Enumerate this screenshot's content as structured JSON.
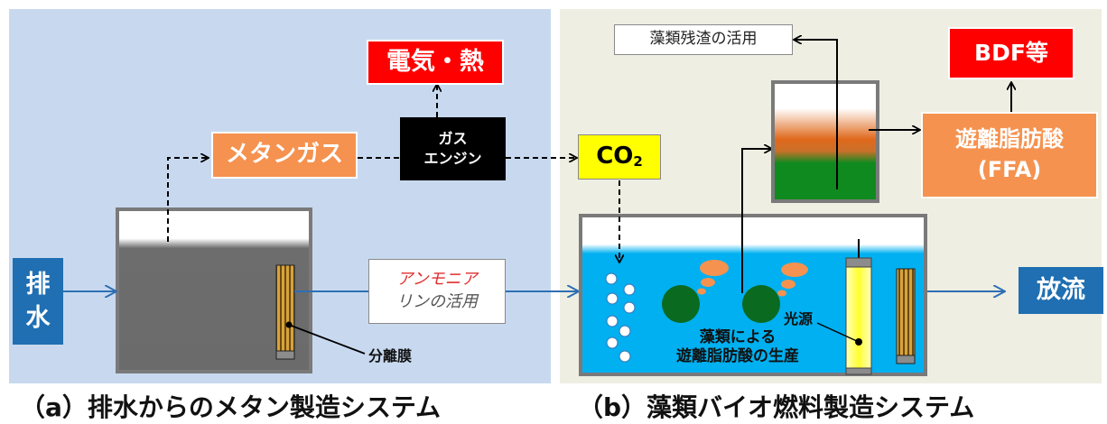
{
  "panel_a": {
    "caption": "（a）排水からのメタン製造システム",
    "electricity_heat": "電気・熱",
    "methane_gas": "メタンガス",
    "gas_engine_line1": "ガス",
    "gas_engine_line2": "エンジン",
    "wastewater_line1": "排",
    "wastewater_line2": "水",
    "ammonia": "アンモニア",
    "phosphorus": "リンの活用",
    "membrane": "分離膜"
  },
  "panel_b": {
    "caption": "（b）藻類バイオ燃料製造システム",
    "co2_main": "CO",
    "co2_sub": "2",
    "algae_residue": "藻類残渣の活用",
    "bdf": "BDF等",
    "ffa_line1": "遊離脂肪酸",
    "ffa_line2": "(FFA)",
    "light_source": "光源",
    "algae_line1": "藻類による",
    "algae_line2": "遊離脂肪酸の生産",
    "discharge": "放流"
  },
  "colors": {
    "red": "#ff0000",
    "orange": "#f5924f",
    "blue": "#1f6fb2",
    "yellow": "#ffff00",
    "water": "#00b0f0",
    "algae": "#0a6a20",
    "panel_a_bg": "#c8d9ef",
    "panel_b_bg": "#eeeee2"
  }
}
